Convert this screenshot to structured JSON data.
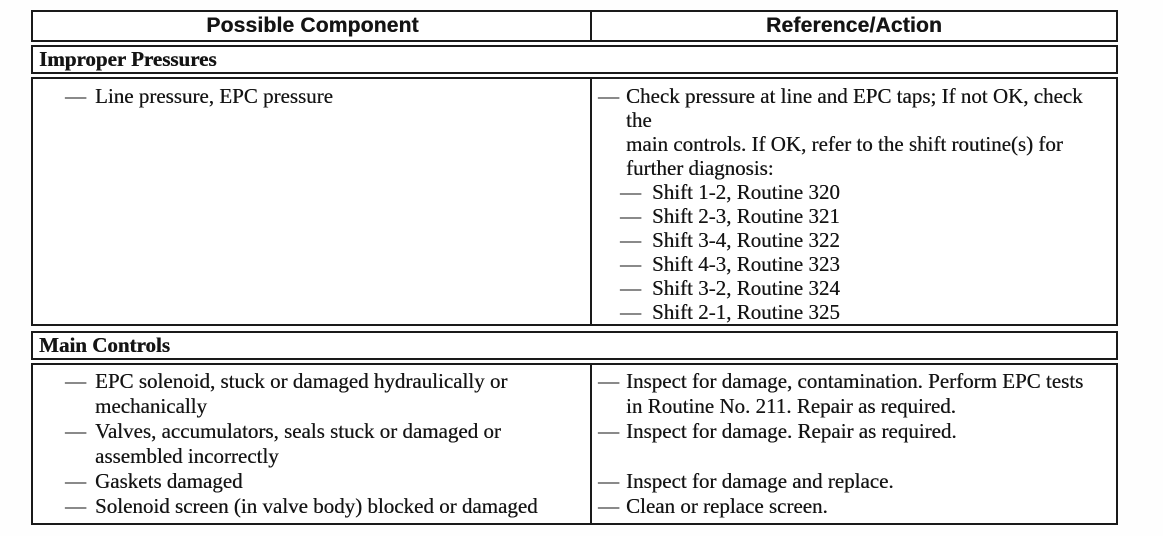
{
  "table": {
    "dash": "—",
    "headers": [
      {
        "label": "Possible Component"
      },
      {
        "label": "Reference/Action"
      }
    ],
    "sections": [
      {
        "title": "Improper Pressures",
        "rows": [
          {
            "component": "Line pressure, EPC pressure",
            "action": "Check pressure at line and EPC taps; If not OK, check the\nmain controls. If OK, refer to the shift routine(s) for\nfurther diagnosis:",
            "sub_actions": [
              "Shift 1-2, Routine 320",
              "Shift 2-3, Routine 321",
              "Shift 3-4, Routine 322",
              "Shift 4-3, Routine 323",
              "Shift 3-2, Routine 324",
              "Shift 2-1, Routine 325"
            ]
          }
        ]
      },
      {
        "title": "Main Controls",
        "rows": [
          {
            "component": "EPC solenoid, stuck or damaged hydraulically or\nmechanically",
            "action": "Inspect for damage, contamination. Perform EPC tests\nin Routine No. 211. Repair as required."
          },
          {
            "component": "Valves, accumulators, seals stuck or damaged or\nassembled incorrectly",
            "action": "Inspect for damage. Repair as required."
          },
          {
            "component": "Gaskets damaged",
            "action": "Inspect for damage and replace."
          },
          {
            "component": "Solenoid screen (in valve body) blocked or damaged",
            "action": "Clean or replace screen."
          }
        ]
      }
    ]
  }
}
